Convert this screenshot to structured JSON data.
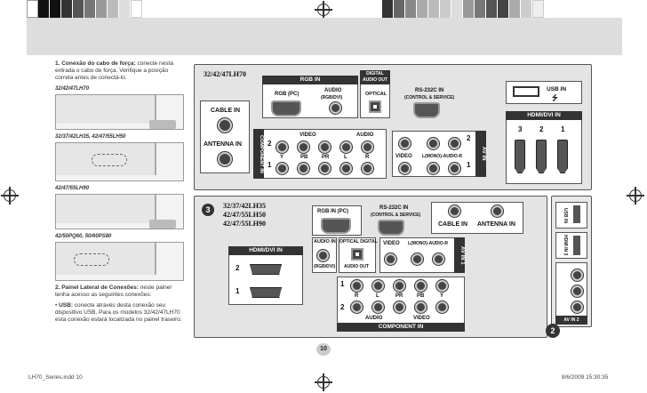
{
  "colors": {
    "header_band": "#dddddd",
    "panel_bg": "#e4e4e4",
    "label_dark": "#333333"
  },
  "left": {
    "step1_title": "1. Conexão do cabo de força:",
    "step1_text": "conecte nesta entrada o cabo de força. Verifique a posição correta antes de conectá-lo.",
    "models": [
      "32/42/47LH70",
      "32/37/42LH35, 42/47/55LH50",
      "42/47/55LH90",
      "42/50PQ60, 50/60PS80"
    ],
    "step2_title": "2. Painel Lateral de Conexões:",
    "step2_text": "neste painel tenha acesso as seguintes conexões:",
    "usb_title": "USB:",
    "usb_text": "conecte através desta conexão seu dispositivo USB. Para os modelos 32/42/47LH70 esta conexão estará localizada no painel traseiro."
  },
  "panel_top": {
    "title": "32/42/47LH70",
    "rgb_in": "RGB IN",
    "rgb_pc": "RGB (PC)",
    "audio": "AUDIO",
    "audio_sub": "(RGB/DVI)",
    "digital_audio_out": "DIGITAL AUDIO OUT",
    "optical": "OPTICAL",
    "rs232c": "RS-232C IN",
    "rs232c_sub": "(CONTROL & SERVICE)",
    "cable_in": "CABLE IN",
    "antenna_in": "ANTENNA IN",
    "component_in": "COMPONENT IN",
    "video": "VIDEO",
    "audio_short": "AUDIO",
    "y": "Y",
    "pb": "PB",
    "pr": "PR",
    "l": "L",
    "r": "R",
    "row2": "2",
    "row1": "1",
    "av_video": "VIDEO",
    "av_audio": "L(MONO)-AUDIO-R",
    "av_in": "AV IN",
    "usb_in": "USB IN",
    "hdmi_dvi_in": "HDMI/DVI IN",
    "hdmi_nums": [
      "3",
      "2",
      "1"
    ]
  },
  "panel_bottom": {
    "step": "3",
    "models": [
      "32/37/42LH35",
      "42/47/55LH50",
      "42/47/55LH90"
    ],
    "rgb_in_pc": "RGB IN (PC)",
    "rs232c": "RS-232C IN",
    "rs232c_sub": "(CONTROL & SERVICE)",
    "cable_in": "CABLE IN",
    "antenna_in": "ANTENNA IN",
    "audio_in": "AUDIO IN",
    "audio_in_sub": "(RGB/DVI)",
    "optical_digital": "OPTICAL DIGITAL",
    "audio_out": "AUDIO OUT",
    "av_video": "VIDEO",
    "av_audio": "L(MONO)-AUDIO-R",
    "av_in1": "AV IN 1",
    "hdmi_dvi_in": "HDMI/DVI IN",
    "hdmi_nums": [
      "2",
      "1"
    ],
    "comp_row1": "1",
    "comp_row2": "2",
    "comp_labels": [
      "R",
      "L",
      "PR",
      "PB",
      "Y"
    ],
    "audio": "AUDIO",
    "video": "VIDEO",
    "component_in": "COMPONENT IN",
    "side_usb": "USB IN",
    "side_hdmi": "HDMI IN 3",
    "side_av": "AV IN 2",
    "side_step": "2"
  },
  "page_number": "10",
  "footer_left": "LH70_Series.indd  10",
  "footer_right": "8/6/2009  15:30:35"
}
